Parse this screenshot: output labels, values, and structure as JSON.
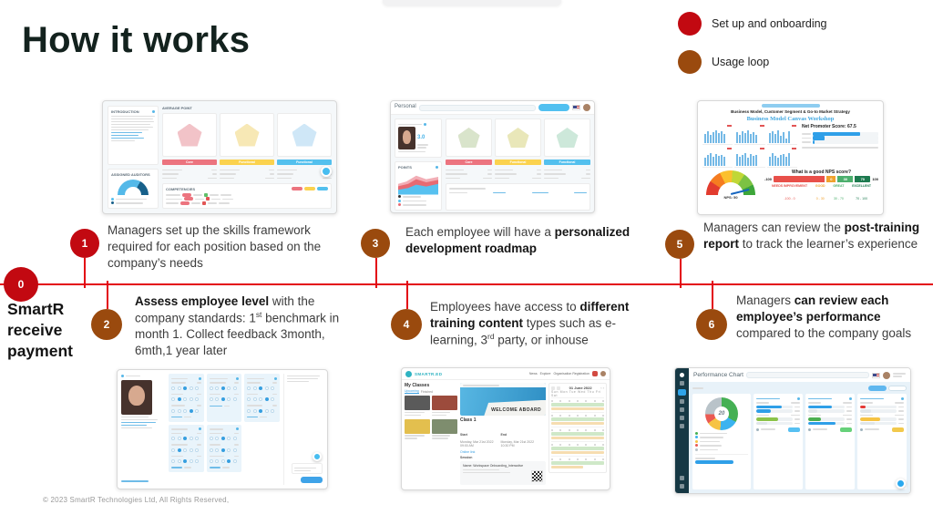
{
  "slide": {
    "title": "How it works",
    "footer": "© 2023 SmartR Technologies Ltd,  All Rights Reserved,"
  },
  "legend": [
    {
      "label": "Set up and onboarding",
      "color": "#c20911"
    },
    {
      "label": "Usage loop",
      "color": "#9a4a0e"
    }
  ],
  "timeline": {
    "color": "#e30613"
  },
  "steps": {
    "s0": {
      "num": "0",
      "color": "#c20911",
      "label": "SmartR receive payment"
    },
    "s1": {
      "num": "1",
      "color": "#c20911",
      "text": [
        {
          "t": "Managers set up the skills framework required for each position based on the company’s needs"
        }
      ]
    },
    "s2": {
      "num": "2",
      "color": "#9a4a0e",
      "text": [
        {
          "t": "Assess employee level",
          "b": true
        },
        {
          "t": " with the company standards: 1"
        },
        {
          "t": "st",
          "sup": true
        },
        {
          "t": " benchmark in month 1. Collect feedback 3month, 6mth,1 year later"
        }
      ]
    },
    "s3": {
      "num": "3",
      "color": "#9a4a0e",
      "text": [
        {
          "t": "Each employee will have a "
        },
        {
          "t": "personalized development roadmap",
          "b": true
        }
      ]
    },
    "s4": {
      "num": "4",
      "color": "#9a4a0e",
      "text": [
        {
          "t": "Employees have access to "
        },
        {
          "t": "different training content",
          "b": true
        },
        {
          "t": " types such as e-learning, 3"
        },
        {
          "t": "rd",
          "sup": true
        },
        {
          "t": " party, or inhouse"
        }
      ]
    },
    "s5": {
      "num": "5",
      "color": "#9a4a0e",
      "text": [
        {
          "t": "Managers can review the "
        },
        {
          "t": "post-training report",
          "b": true
        },
        {
          "t": " to track the learner’s experience"
        }
      ]
    },
    "s6": {
      "num": "6",
      "color": "#9a4a0e",
      "text": [
        {
          "t": "Managers "
        },
        {
          "t": "can review each employee’s performance",
          "b": true
        },
        {
          "t": " compared to the company goals"
        }
      ]
    }
  },
  "thumbs": {
    "s1": {
      "intro": "INTRODUCTION",
      "auditors": "ASSIGNED AUDITORS",
      "avg_point": "AVERAGE POINT",
      "competencies": "COMPETENCIES",
      "bars": [
        "Core",
        "Functional",
        "Functional"
      ]
    },
    "s3": {
      "title": "Personal",
      "score": "3.0",
      "points": "POINTS",
      "bars": [
        "Core",
        "Functional",
        "Functional"
      ]
    },
    "s5": {
      "subtitle": "Business Model, Customer Segment & Go-to Market Strategy",
      "title": "Business Model Canvas Workshop",
      "nps_title": "Net Promoter Score: 67.5",
      "gauge_label": "NPS: 50",
      "scale_title": "What is a good NPS score?",
      "scale": {
        "min": "-100",
        "t0": "0",
        "t30": "30",
        "t70": "70",
        "max": "100"
      },
      "scale_labels": [
        "NEEDS IMPROVEMENT",
        "GOOD",
        "GREAT",
        "EXCELLENT"
      ],
      "scale_ranges": [
        "-100 - 0",
        "0 - 30",
        "30 - 70",
        "70 - 100"
      ]
    },
    "s4": {
      "brand": "SMARTR.ED",
      "nav": [
        "News",
        "Explore",
        "Organisation Registration"
      ],
      "my_classes": "My Classes",
      "tabs": [
        "Upcoming",
        "Finished"
      ],
      "hero": "WELCOME ABOARD",
      "class_name": "Class 1",
      "start_label": "Start",
      "end_label": "End",
      "start_date": "Monday, Mar 21st 2022",
      "start_time": "09:00 AM",
      "end_date": "Monday, Mar 21st 2022",
      "end_time": "10:30 PM",
      "online_link": "Online link",
      "session": "Session",
      "session_name": "Name: Workspace Onboarding_Interactive",
      "date": "01 June 2022",
      "dow": "Sun Mon Tue Wed Thu Fri Sat"
    },
    "s6": {
      "title": "Performance Chart",
      "donut_value": "20"
    }
  }
}
